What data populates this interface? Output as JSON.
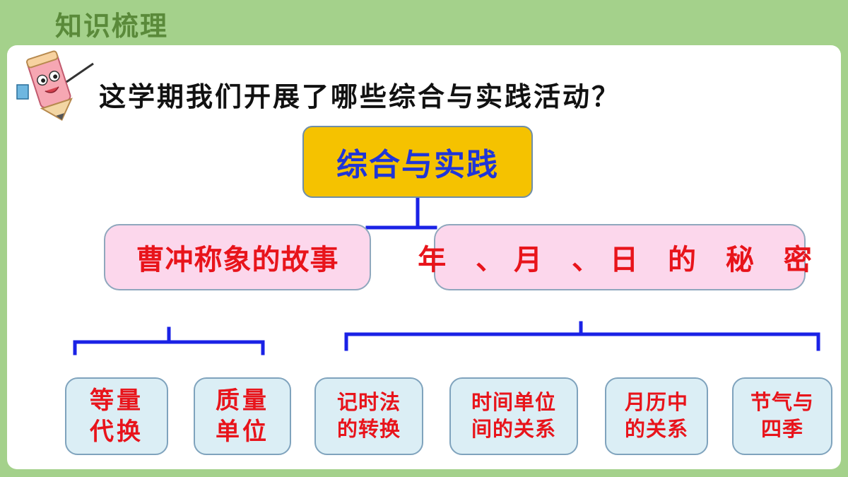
{
  "header": {
    "title": "知识梳理"
  },
  "question": "这学期我们开展了哪些综合与实践活动？",
  "diagram": {
    "root": "综合与实践",
    "branches": [
      {
        "label": "曹冲称象的故事",
        "children": [
          {
            "line1": "等量",
            "line2": "代换"
          },
          {
            "line1": "质量",
            "line2": "单位"
          }
        ]
      },
      {
        "label": "年 、月 、日 的 秘 密",
        "children": [
          {
            "line1": "记时法",
            "line2": "的转换"
          },
          {
            "line1": "时间单位",
            "line2": "间的关系"
          },
          {
            "line1": "月历中",
            "line2": "的关系"
          },
          {
            "line1": "节气与",
            "line2": "四季"
          }
        ]
      }
    ]
  },
  "colors": {
    "background": "#a4d18b",
    "root_fill": "#f5c200",
    "root_text": "#1f35d8",
    "branch_fill": "#fcd7ec",
    "leaf_fill": "#dbeef5",
    "label_text": "#e8141b",
    "connector": "#1a22e6"
  }
}
